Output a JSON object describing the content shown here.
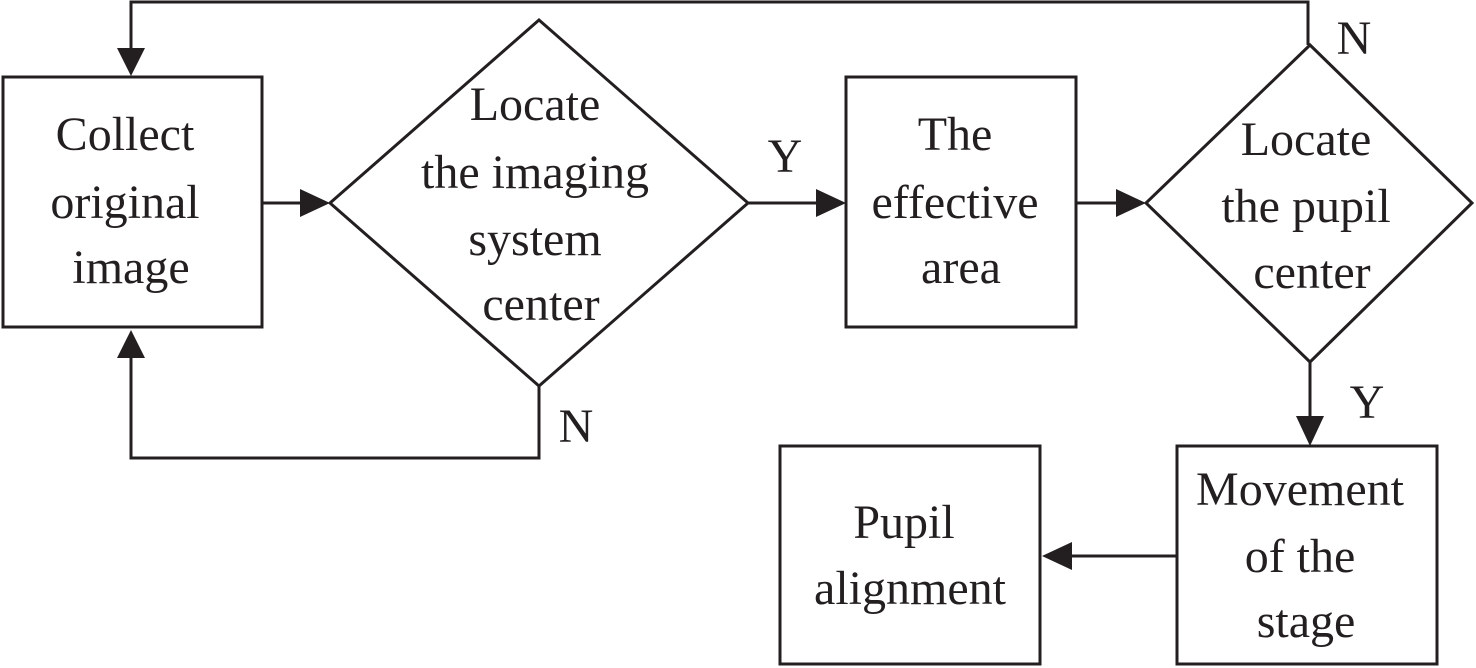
{
  "nodes": {
    "collect": {
      "lines": [
        "Collect",
        "original",
        "image"
      ]
    },
    "locate_imaging": {
      "lines": [
        "Locate",
        "the imaging",
        "system",
        "center"
      ]
    },
    "effective": {
      "lines": [
        "The",
        "effective",
        "area"
      ]
    },
    "locate_pupil": {
      "lines": [
        "Locate",
        "the pupil",
        "center"
      ]
    },
    "movement": {
      "lines": [
        "Movement",
        "of the",
        "stage"
      ]
    },
    "pupil_alignment": {
      "lines": [
        "Pupil",
        "alignment"
      ]
    }
  },
  "edge_labels": {
    "imaging_yes": "Y",
    "imaging_no": "N",
    "pupil_no": "N",
    "pupil_yes": "Y"
  },
  "colors": {
    "ink": "#231f20",
    "background": "#ffffff"
  }
}
